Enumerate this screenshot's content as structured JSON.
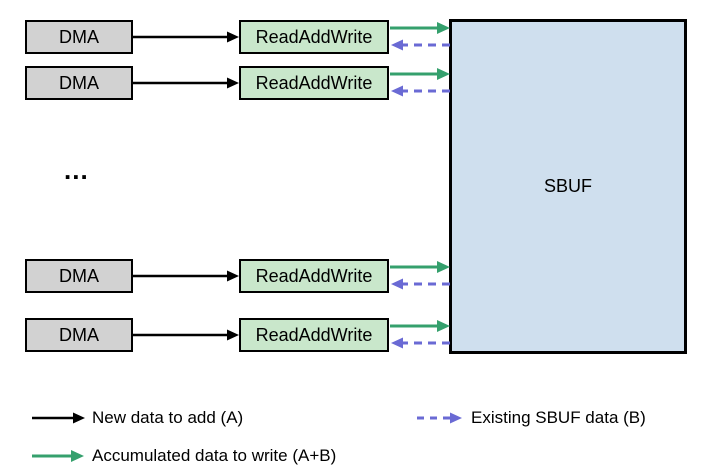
{
  "diagram": {
    "rows": [
      {
        "dma_label": "DMA",
        "raw_label": "ReadAddWrite"
      },
      {
        "dma_label": "DMA",
        "raw_label": "ReadAddWrite"
      },
      {
        "dma_label": "DMA",
        "raw_label": "ReadAddWrite"
      },
      {
        "dma_label": "DMA",
        "raw_label": "ReadAddWrite"
      }
    ],
    "ellipsis": "...",
    "sbuf_label": "SBUF"
  },
  "legend": {
    "new_data_label": "New data to add (A)",
    "accumulated_label": "Accumulated data to write (A+B)",
    "existing_label": "Existing SBUF data (B)"
  },
  "colors": {
    "dma_fill": "#d2d2d2",
    "raw_fill": "#c9e7cb",
    "sbuf_fill": "#cfdfee",
    "box_border": "#000000",
    "black_arrow": "#000000",
    "green_arrow": "#35a06d",
    "purple_arrow": "#6a6ad4"
  }
}
